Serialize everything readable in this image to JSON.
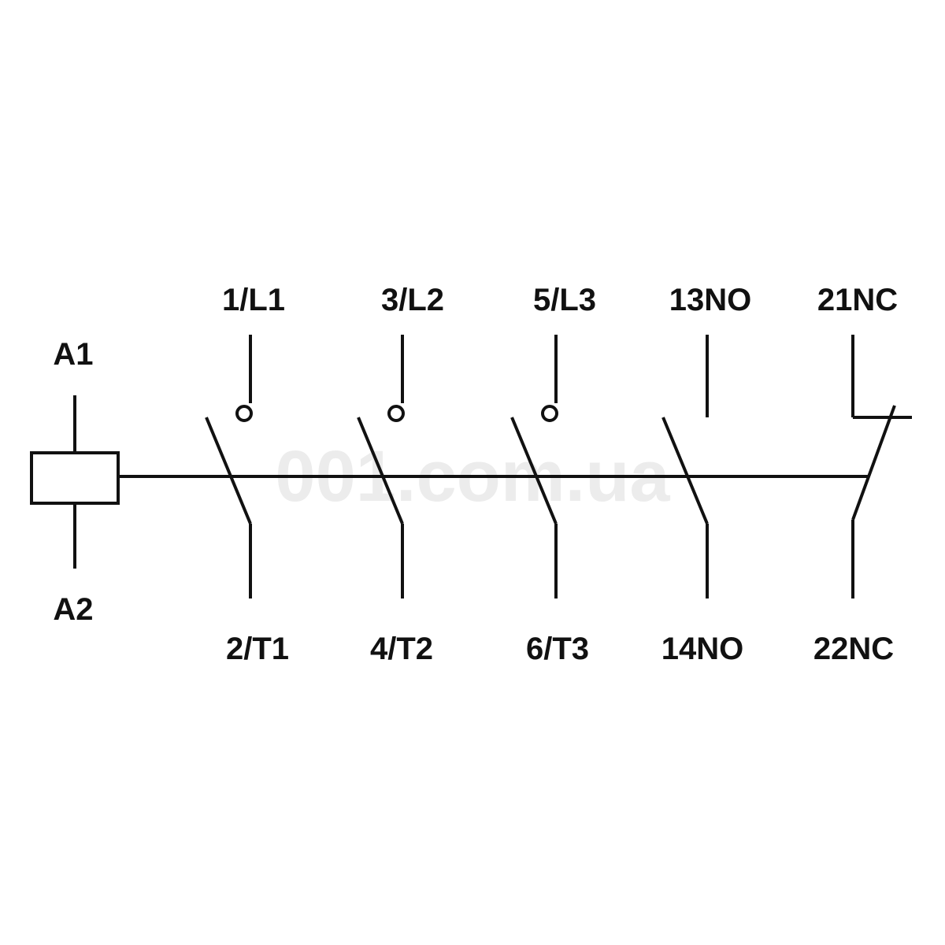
{
  "coil": {
    "top_terminal": "A1",
    "bottom_terminal": "A2"
  },
  "main_contacts": [
    {
      "top": "1/L1",
      "bottom": "2/T1"
    },
    {
      "top": "3/L2",
      "bottom": "4/T2"
    },
    {
      "top": "5/L3",
      "bottom": "6/T3"
    }
  ],
  "aux_no": {
    "top": "13NO",
    "bottom": "14NO"
  },
  "aux_nc": {
    "top": "21NC",
    "bottom": "22NC"
  },
  "watermark": "001.com.ua",
  "colors": {
    "line": "#111111",
    "watermark": "#ececec",
    "background": "#ffffff"
  }
}
